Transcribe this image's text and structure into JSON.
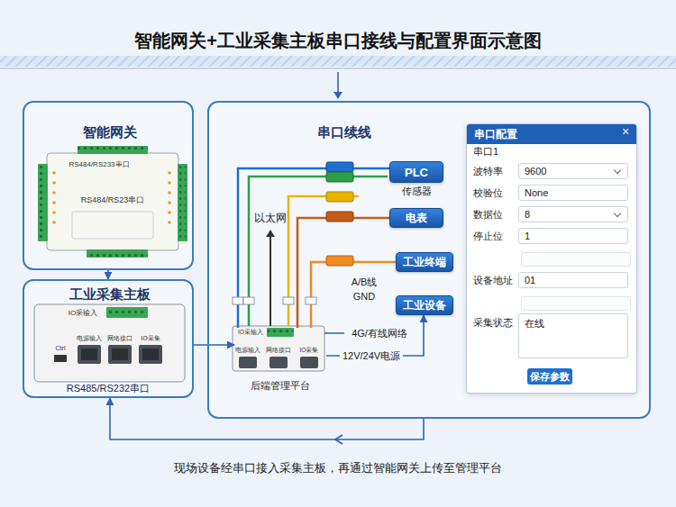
{
  "diagram": {
    "title": "智能网关+工业采集主板串口接线与配置界面示意图",
    "caption": "现场设备经串口接入采集主板，再通过智能网关上传至管理平台",
    "nodes": [
      {
        "text": [
          "智能网关"
        ]
      },
      {
        "text": [
          "工业采集主板"
        ]
      },
      {
        "text": [
          "串口续线"
        ]
      },
      {
        "text": [
          "PLC",
          "传感器"
        ],
        "in": 2
      },
      {
        "text": [
          "电表"
        ],
        "in": 2
      },
      {
        "text": [
          "工业终端"
        ],
        "in": 2
      },
      {
        "text": [
          "工业设备"
        ],
        "in": 2
      },
      {
        "text": [
          "后端管理平台"
        ],
        "in": 2
      },
      {
        "text": [
          "串口配置"
        ],
        "in": 2
      }
    ],
    "edges": [
      {
        "from": 0,
        "to": 1,
        "arrow": "to"
      },
      {
        "from": 1,
        "to": 7,
        "arrow": "to"
      },
      {
        "from": 2,
        "to": 1,
        "arrow": "to"
      },
      {
        "from": 7,
        "to": 3,
        "arrow": "none"
      },
      {
        "from": 7,
        "to": 4,
        "arrow": "none"
      },
      {
        "from": 7,
        "to": 5,
        "arrow": "none"
      },
      {
        "from": 7,
        "to": 6,
        "label": "12V/24V电源",
        "arrow": "to"
      }
    ],
    "labels": [
      "RS484/RS233串口",
      "RS484/RS23串口",
      "IO采输入",
      "Ctrl",
      "电源输入",
      "网络接口",
      "IO采集",
      "RS485/RS232串口",
      "以太网",
      "A/B线",
      "GND",
      "4G/有线网络",
      "IO采输入",
      "电源输入",
      "网络接口",
      "IO采集",
      "×",
      "串口1",
      "波特率",
      "9600",
      "校验位",
      "None",
      "数据位",
      "8",
      "停止位",
      "1",
      "设备地址",
      "01",
      "采集状态",
      "在线",
      "保存参数"
    ]
  }
}
